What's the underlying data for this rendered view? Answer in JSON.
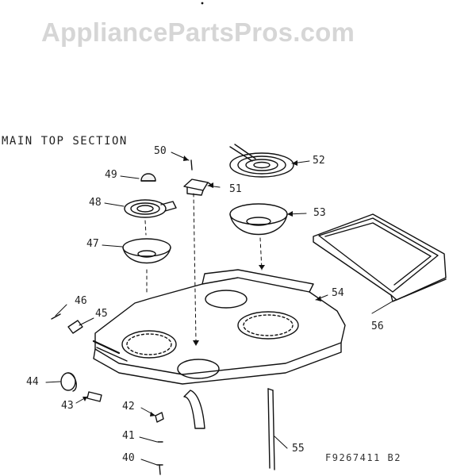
{
  "watermark": "AppliancePartsPros.com",
  "section_title": "MAIN TOP SECTION",
  "figure_code": "F9267411 B2",
  "callouts": {
    "p40": "40",
    "p41": "41",
    "p42": "42",
    "p43": "43",
    "p44": "44",
    "p45": "45",
    "p46": "46",
    "p47": "47",
    "p48": "48",
    "p49": "49",
    "p50": "50",
    "p51": "51",
    "p52": "52",
    "p53": "53",
    "p54": "54",
    "p55": "55",
    "p56": "56"
  }
}
